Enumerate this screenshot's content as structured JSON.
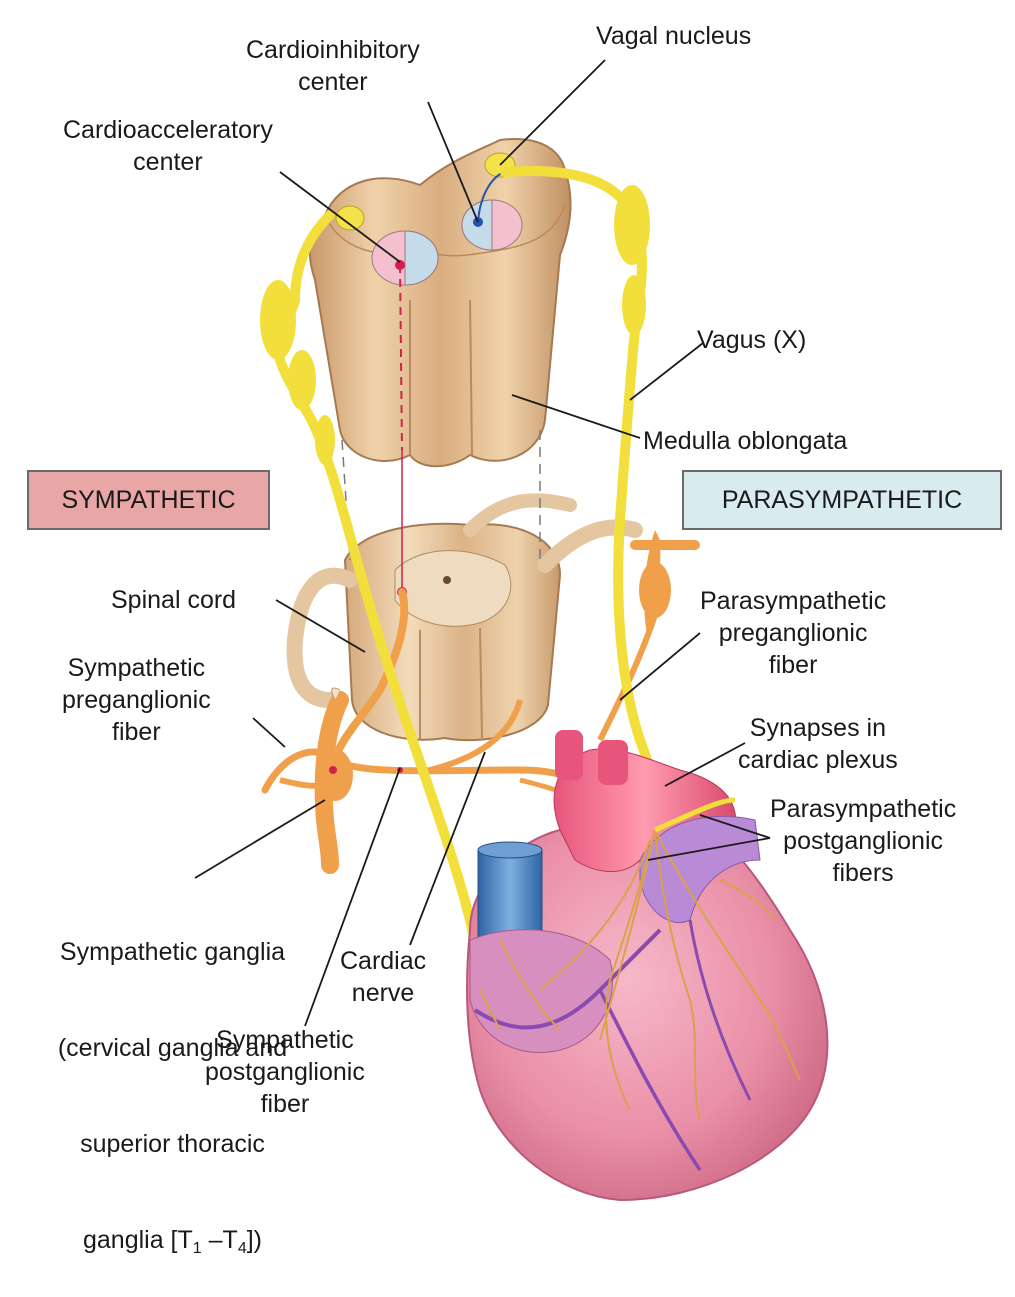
{
  "labels": {
    "vagal_nucleus": "Vagal nucleus",
    "cardioinhibitory": "Cardioinhibitory\ncenter",
    "cardioacceleratory": "Cardioacceleratory\ncenter",
    "vagus": "Vagus (X)",
    "medulla": "Medulla oblongata",
    "sympathetic_box": "SYMPATHETIC",
    "parasympathetic_box": "PARASYMPATHETIC",
    "spinal_cord": "Spinal cord",
    "symp_preganglionic": "Sympathetic\npreganglionic\nfiber",
    "para_preganglionic": "Parasympathetic\npreganglionic\nfiber",
    "synapses": "Synapses in\ncardiac plexus",
    "para_postganglionic": "Parasympathetic\npostganglionic\nfibers",
    "symp_ganglia_l1": "Sympathetic ganglia",
    "symp_ganglia_l2": "(cervical ganglia and",
    "symp_ganglia_l3": "superior thoracic",
    "symp_ganglia_l4_prefix": "ganglia [T",
    "symp_ganglia_sub1": "1",
    "symp_ganglia_mid": " –T",
    "symp_ganglia_sub2": "4",
    "symp_ganglia_suffix": "])",
    "cardiac_nerve": "Cardiac\nnerve",
    "symp_postganglionic": "Sympathetic\npostganglionic\nfiber"
  },
  "colors": {
    "sympathetic_box": "#e8a6a6",
    "parasympathetic_box": "#d8ebee",
    "nerve_yellow": "#f2df3c",
    "fiber_orange": "#f0a04a",
    "medulla_tan": "#e9c79c",
    "heart_pink": "#ea8fa8",
    "vessel_blue": "#4f87c4"
  }
}
